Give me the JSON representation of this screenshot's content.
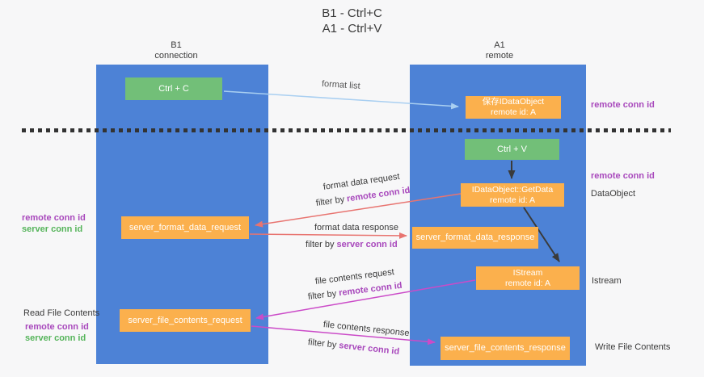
{
  "title": {
    "line1": "B1 - Ctrl+C",
    "line2": "A1 - Ctrl+V"
  },
  "lifelines": {
    "b1": {
      "name": "B1",
      "role": "connection"
    },
    "a1": {
      "name": "A1",
      "role": "remote"
    }
  },
  "boxes": {
    "ctrl_c": {
      "label": "Ctrl + C"
    },
    "save_idataobject": {
      "line1": "保存IDataObject",
      "line2": "remote id: A"
    },
    "ctrl_v": {
      "label": "Ctrl + V"
    },
    "getdata": {
      "line1": "IDataObject::GetData",
      "line2": "remote id: A"
    },
    "server_format_data_request": {
      "label": "server_format_data_request"
    },
    "server_format_data_response": {
      "label": "server_format_data_response"
    },
    "istream": {
      "line1": "IStream",
      "line2": "remote id: A"
    },
    "server_file_contents_request": {
      "label": "server_file_contents_request"
    },
    "server_file_contents_response": {
      "label": "server_file_contents_response"
    }
  },
  "flow_labels": {
    "format_list": "format list",
    "format_data_request": "format data request",
    "format_data_response": "format data response",
    "file_contents_request": "file contents request",
    "file_contents_response": "file contents response",
    "filter_by": "filter by ",
    "remote_conn_id": "remote conn id",
    "server_conn_id": "server conn id"
  },
  "side_labels": {
    "left_remote_conn_id": "remote conn id",
    "left_server_conn_id": "server conn id",
    "read_file_contents": "Read File Contents",
    "left_remote_conn_id_2": "remote conn id",
    "left_server_conn_id_2": "server conn id",
    "right_remote_conn_id_top": "remote conn id",
    "right_remote_conn_id_mid": "remote conn id",
    "dataobject": "DataObject",
    "istream": "Istream",
    "write_file_contents": "Write File Contents"
  },
  "colors": {
    "lifeline_blue": "#4d82d6",
    "box_orange": "#fbb04d",
    "box_green": "#72bf78",
    "arrow_salmon": "#e87470",
    "arrow_magenta": "#cb4bc8",
    "arrow_lightblue": "#a9cff1",
    "arrow_black": "#3a3a3a",
    "text_purple": "#a848bc",
    "text_green": "#55b45a"
  }
}
